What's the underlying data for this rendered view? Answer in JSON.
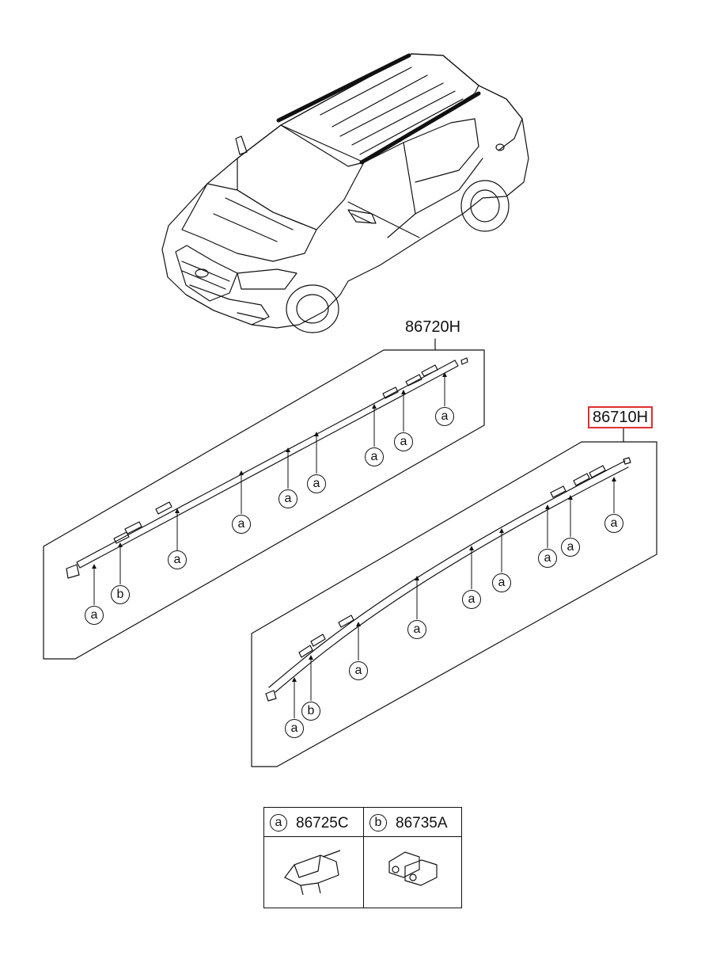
{
  "parts": {
    "assembly_rear": "86720H",
    "assembly_front": "86710H"
  },
  "callout_letters": {
    "a": "a",
    "b": "b"
  },
  "legend": {
    "items": [
      {
        "letter": "a",
        "part_no": "86725C"
      },
      {
        "letter": "b",
        "part_no": "86735A"
      }
    ]
  },
  "colors": {
    "line": "#111111",
    "highlight": "#e0312f",
    "background": "#ffffff"
  }
}
